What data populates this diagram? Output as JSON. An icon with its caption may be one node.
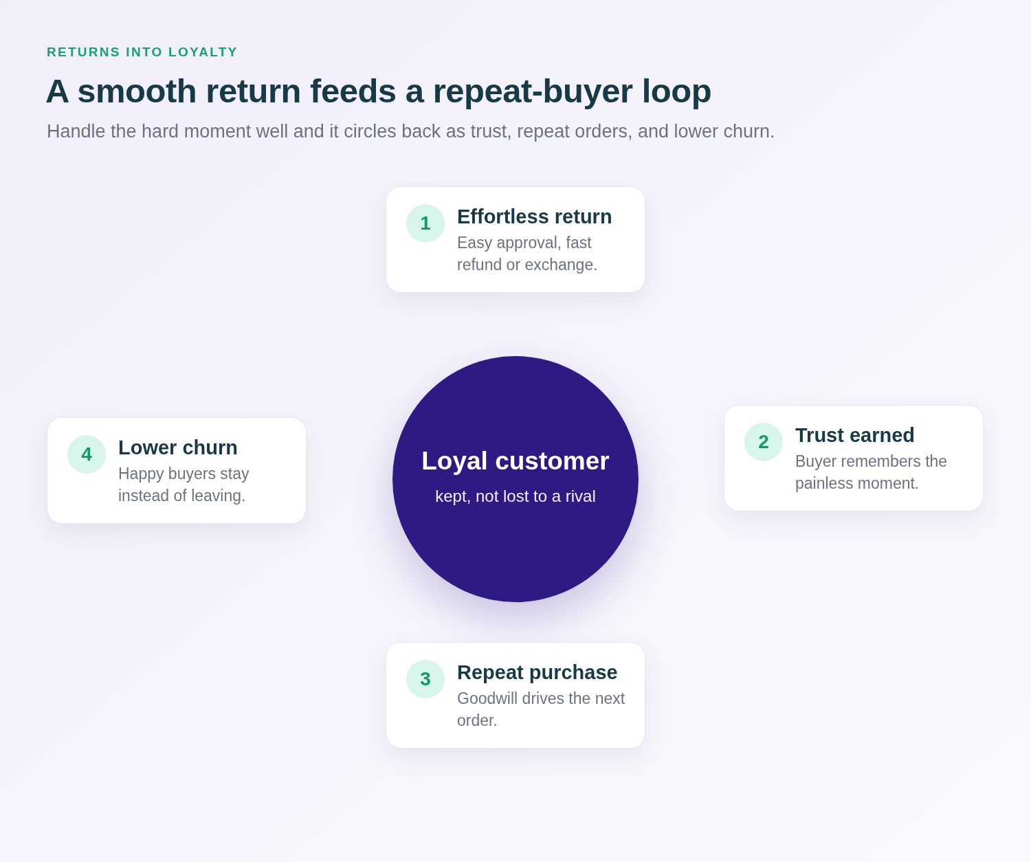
{
  "diagram": {
    "title": "A smooth return feeds a repeat-buyer loop",
    "nodes": [
      {
        "text": [
          "Effortless return",
          "Easy approval, fast refund or exchange."
        ]
      },
      {
        "text": [
          "1"
        ],
        "in": 0
      },
      {
        "text": [
          "Loyal customer",
          "kept, not lost to a rival"
        ]
      },
      {
        "text": [
          "Lower churn",
          "Happy buyers stay instead of leaving."
        ]
      },
      {
        "text": [
          "4"
        ],
        "in": 3
      },
      {
        "text": [
          "Trust earned",
          "Buyer remembers the painless moment."
        ]
      },
      {
        "text": [
          "2"
        ],
        "in": 5
      },
      {
        "text": [
          "Repeat purchase",
          "Goodwill drives the next order."
        ]
      },
      {
        "text": [
          "3"
        ],
        "in": 7
      }
    ],
    "labels": [
      "RETURNS INTO LOYALTY",
      "Handle the hard moment well and it circles back as trust, repeat orders, and lower churn."
    ]
  }
}
